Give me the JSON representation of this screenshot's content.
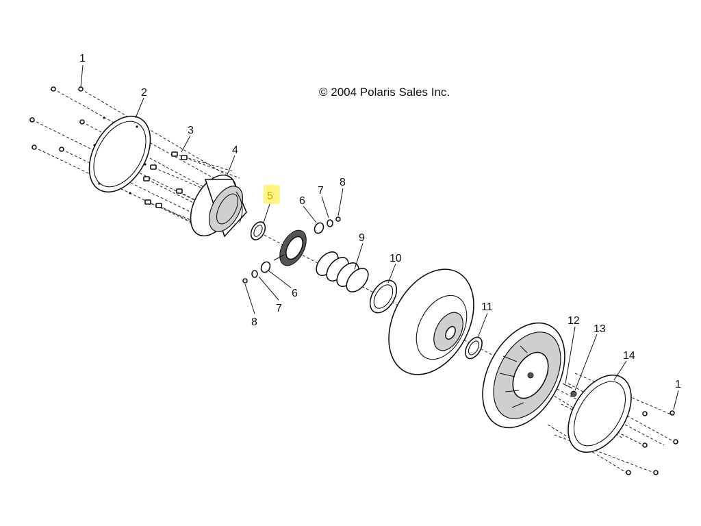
{
  "copyright": "© 2004 Polaris Sales Inc.",
  "callouts": {
    "c1_top": "1",
    "c2": "2",
    "c3": "3",
    "c4": "4",
    "c5": "5",
    "c6_top": "6",
    "c7_top": "7",
    "c8_top": "8",
    "c9": "9",
    "c10": "10",
    "c6_bot": "6",
    "c7_bot": "7",
    "c8_bot": "8",
    "c11": "11",
    "c12": "12",
    "c13": "13",
    "c14": "14",
    "c1_bot": "1"
  },
  "highlighted_callout": "5",
  "highlight_color": "#fff36a"
}
